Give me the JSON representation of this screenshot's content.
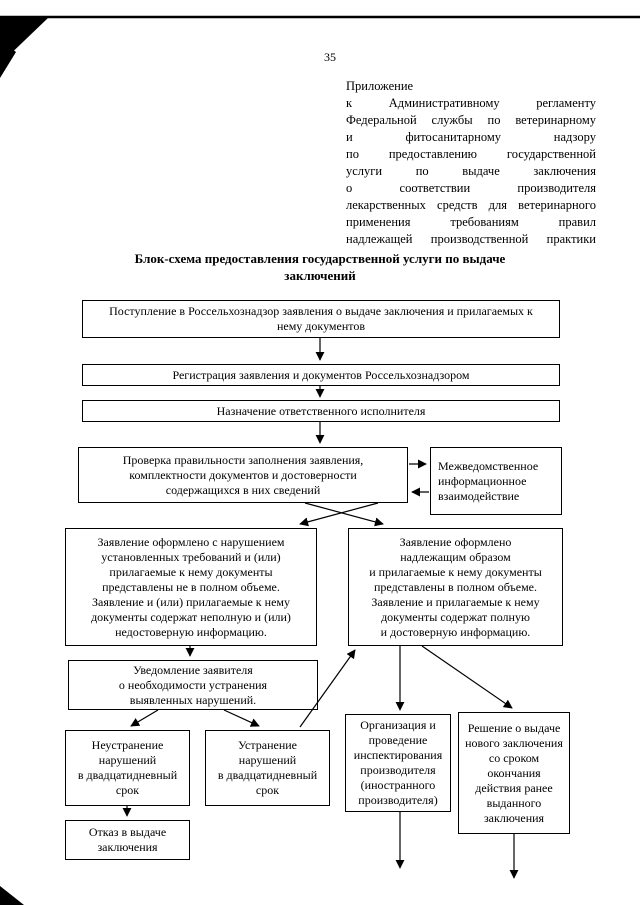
{
  "page": {
    "number": "35",
    "appendix_lines": [
      "Приложение",
      "к Административному регламенту",
      "Федеральной службы по ветеринарному",
      "и фитосанитарному надзору",
      "по предоставлению государственной",
      "услуги по выдаче заключения",
      "о соответствии производителя",
      "лекарственных средств для ветеринарного",
      "применения требованиям правил",
      "надлежащей производственной практики"
    ],
    "title": "Блок-схема предоставления государственной услуги по выдаче\nзаключений"
  },
  "flowchart": {
    "boxes": {
      "receipt": "Поступление в Россельхознадзор заявления о выдаче заключения и прилагаемых к\nнему документов",
      "registration": "Регистрация заявления и документов Россельхознадзором",
      "assignment": "Назначение ответственного исполнителя",
      "verification": "Проверка правильности заполнения заявления,\nкомплектности документов и достоверности\nсодержащихся в них сведений",
      "interagency": "Межведомственное\nинформационное\nвзаимодействие",
      "improper": "Заявление оформлено с нарушением\nустановленных требований и (или)\nприлагаемые к нему документы\nпредставлены не в полном объеме.\nЗаявление и (или) прилагаемые к нему\nдокументы содержат неполную и (или)\nнедостоверную информацию.",
      "proper": "Заявление оформлено\nнадлежащим образом\nи прилагаемые к нему документы\nпредставлены в полном объеме.\nЗаявление и прилагаемые к нему\nдокументы содержат полную\nи достоверную информацию.",
      "notification": "Уведомление заявителя\nо необходимости устранения\nвыявленных нарушений.",
      "not_fixed": "Неустранение\nнарушений\nв двадцатидневный\nсрок",
      "fixed": "Устранение\nнарушений\nв двадцатидневный\nсрок",
      "refusal": "Отказ в выдаче\nзаключения",
      "inspection": "Организация и\nпроведение\nинспектирования\nпроизводителя\n(иностранного\nпроизводителя)",
      "decision": "Решение о выдаче\nнового заключения\nсо сроком\nокончания\nдействия ранее\nвыданного\nзаключения"
    }
  }
}
